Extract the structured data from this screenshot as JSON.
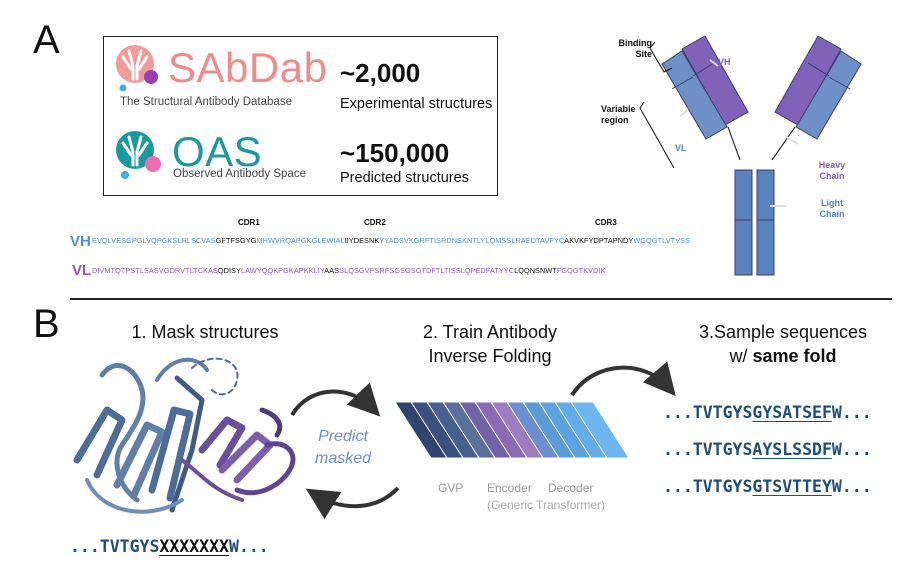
{
  "panel_a": {
    "letter": "A",
    "sabdab": {
      "name": "SAbDab",
      "subtitle": "The Structural Antibody Database",
      "count": "~2,000",
      "count_label": "Experimental structures"
    },
    "oas": {
      "name": "OAS",
      "subtitle": "Observed Antibody Space",
      "count": "~150,000",
      "count_label": "Predicted structures"
    },
    "cdr_labels": [
      "CDR1",
      "CDR2",
      "CDR3"
    ],
    "vh": {
      "label": "VH",
      "segments": [
        "EVQLVESGPGLVQPGKSLRLSCVAS",
        "GFTFSGYG",
        "MHWVRQAPGKGLEWIAL",
        "IIYDESNK",
        "YYADSVKGRFTISRDNSKNTLYLQMSSLRAEDTAVFYC",
        "AKVKFYDPTAPNDY",
        "WGQGTLVTVSS"
      ]
    },
    "vl": {
      "label": "VL",
      "segments": [
        "DIVMTQTPSTLSASVGDRVTLTCKAS",
        "QDISY",
        "LAWYQQKPGKAPKKLIY",
        "AAS",
        "SLQSGVPSRFSGSGSGTDFTLTISSLQPEDFATYYC",
        "LQQNSNWT",
        "FGQGTKVDIK"
      ]
    },
    "antibody_labels": {
      "binding_site": "Binding\nSite",
      "variable_region": "Variable\nregion",
      "vh": "VH",
      "vl": "VL",
      "heavy_chain": "Heavy\nChain",
      "light_chain": "Light\nChain"
    }
  },
  "panel_b": {
    "letter": "B",
    "step1": {
      "title": "1. Mask structures",
      "seq_prefix": "...TVTGYS",
      "seq_masked": "XXXXXXX",
      "seq_suffix": "W..."
    },
    "step2": {
      "title_line1": "2.  Train Antibody",
      "title_line2": "Inverse Folding",
      "predict_line1": "Predict",
      "predict_line2": "masked",
      "gvp": "GVP",
      "encoder": "Encoder",
      "decoder": "Decoder",
      "generic": "(Generic Transformer)"
    },
    "step3": {
      "title_line1": "3.Sample sequences",
      "title_line2_prefix": "w/ ",
      "title_line2_bold": "same fold",
      "sequences": [
        {
          "prefix": "...TVTGYS",
          "design": "GYSATSEF",
          "suffix": "W..."
        },
        {
          "prefix": "...TVTGYS",
          "design": "AYSLSSDF",
          "suffix": "W..."
        },
        {
          "prefix": "...TVTGYS",
          "design": "GTSVTTEY",
          "suffix": "W..."
        }
      ]
    }
  },
  "colors": {
    "heavy_purple": "#8063b8",
    "light_blue": "#5a82bf",
    "seq_blue": "#4a90d6",
    "seq_purple": "#8a5ab5",
    "dark_navy": "#1f4e79",
    "sabdab_pink": "#ee8b8b",
    "oas_teal": "#1a9aa0"
  }
}
